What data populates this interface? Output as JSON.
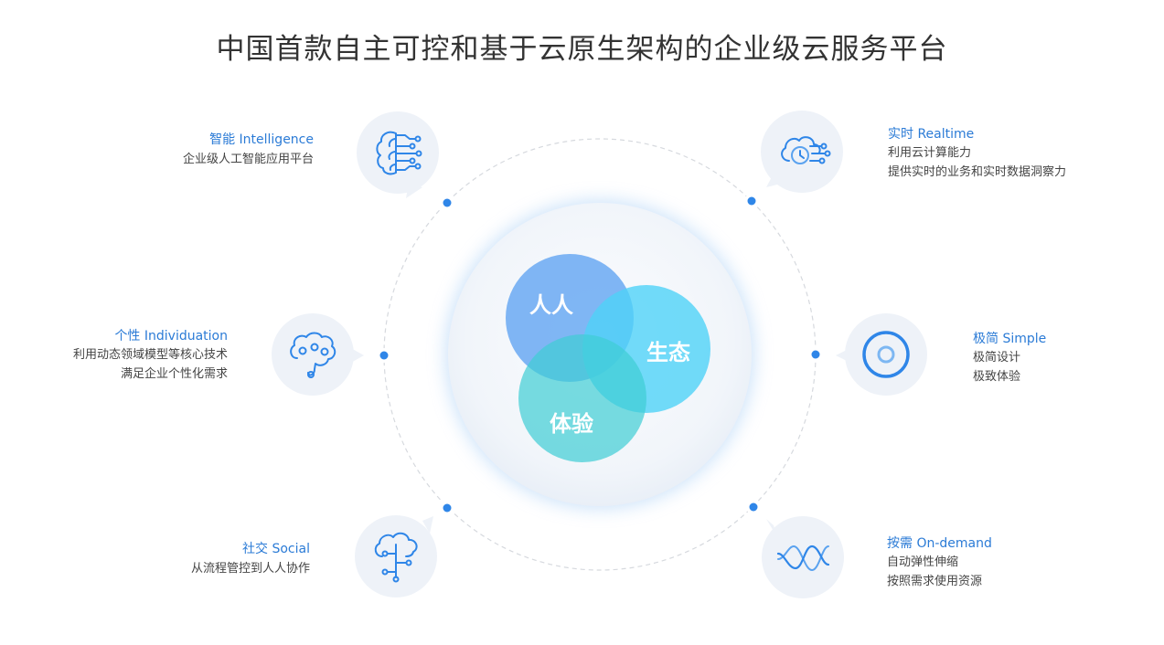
{
  "title": "中国首款自主可控和基于云原生架构的企业级云服务平台",
  "center": {
    "circles": [
      {
        "label": "人人",
        "color": "#6aa9f2"
      },
      {
        "label": "生态",
        "color": "#4fd2f8"
      },
      {
        "label": "体验",
        "color": "#4cd1d9"
      }
    ]
  },
  "features": {
    "intelligence": {
      "title": "智能 Intelligence",
      "lines": [
        "企业级人工智能应用平台"
      ],
      "icon": "brain-circuit-icon"
    },
    "individuation": {
      "title": "个性 Individuation",
      "lines": [
        "利用动态领域模型等核心技术",
        "满足企业个性化需求"
      ],
      "icon": "brain-gears-icon"
    },
    "social": {
      "title": "社交 Social",
      "lines": [
        "从流程管控到人人协作"
      ],
      "icon": "cloud-network-icon"
    },
    "realtime": {
      "title": "实时 Realtime",
      "lines": [
        "利用云计算能力",
        "提供实时的业务和实时数据洞察力"
      ],
      "icon": "cloud-clock-icon"
    },
    "simple": {
      "title": "极简 Simple",
      "lines": [
        "极简设计",
        "极致体验"
      ],
      "icon": "target-ring-icon"
    },
    "ondemand": {
      "title": "按需 On-demand",
      "lines": [
        "自动弹性伸缩",
        "按照需求使用资源"
      ],
      "icon": "wave-icon"
    }
  },
  "colors": {
    "accent": "#2b7bd6",
    "bubble": "#eef2f8",
    "ring": "#d6d9de",
    "dot": "#2f86e8"
  }
}
